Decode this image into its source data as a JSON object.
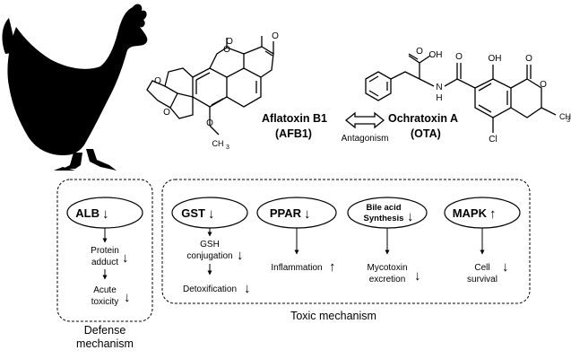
{
  "molecules": {
    "afb1": {
      "name": "Aflatoxin B1",
      "abbr": "(AFB1)"
    },
    "ota": {
      "name": "Ochratoxin A",
      "abbr": "(OTA)"
    }
  },
  "interaction": {
    "label": "Antagonism"
  },
  "atoms": {
    "O": "O",
    "OH": "OH",
    "NH": "N",
    "H": "H",
    "Cl": "Cl",
    "CH3": "CH",
    "CH3_sub": "3",
    "OCH3_C": "CH",
    "OCH3_sub": "3"
  },
  "defense": {
    "node": {
      "label": "ALB",
      "arrow": "↓"
    },
    "steps": [
      {
        "line1": "Protein",
        "line2": "adduct",
        "arrow": "↓"
      },
      {
        "line1": "Acute",
        "line2": "toxicity",
        "arrow": "↓"
      }
    ],
    "caption_line1": "Defense",
    "caption_line2": "mechanism"
  },
  "toxic": {
    "caption": "Toxic mechanism",
    "nodes": [
      {
        "label": "GST",
        "arrow": "↓"
      },
      {
        "label": "PPAR",
        "arrow": "↓"
      },
      {
        "label_line1": "Bile acid",
        "label_line2": "Synthesis",
        "arrow": "↓"
      },
      {
        "label": "MAPK",
        "arrow": "↑"
      }
    ],
    "outcomes": [
      {
        "line1": "GSH",
        "line2": "conjugation",
        "arrow": "↓"
      },
      {
        "line1": "Detoxification",
        "arrow": "↓"
      },
      {
        "line1": "Inflammation",
        "arrow": "↑"
      },
      {
        "line1": "Mycotoxin",
        "line2": "excretion",
        "arrow": "↓"
      },
      {
        "line1": "Cell",
        "line2": "survival",
        "arrow": "↓"
      }
    ]
  }
}
